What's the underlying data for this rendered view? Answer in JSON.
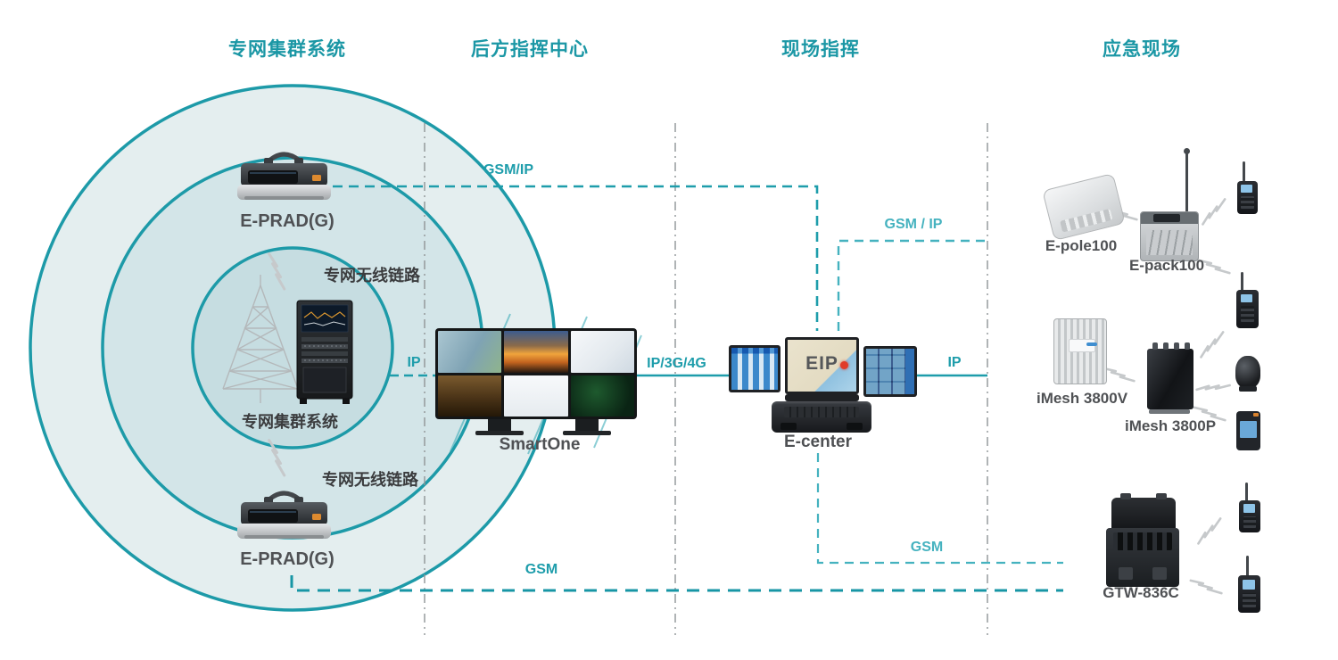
{
  "headers": [
    {
      "label": "专网集群系统"
    },
    {
      "label": "后方指挥中心"
    },
    {
      "label": "现场指挥"
    },
    {
      "label": "应急现场"
    }
  ],
  "private_network": {
    "eprad_top_label": "E-PRAD(G)",
    "wireless_link_top": "专网无线链路",
    "cluster_label": "专网集群系统",
    "wireless_link_bottom": "专网无线链路",
    "eprad_bottom_label": "E-PRAD(G)"
  },
  "command_center": {
    "smartone_label": "SmartOne"
  },
  "field_command": {
    "ecenter_label": "E-center",
    "ecenter_screen_text": "EIP"
  },
  "emergency_site": {
    "epole_label": "E-pole100",
    "epack_label": "E-pack100",
    "imesh_v_label": "iMesh 3800V",
    "imesh_p_label": "iMesh 3800P",
    "gtw_label": "GTW-836C"
  },
  "links": {
    "gsm_ip_top": "GSM/IP",
    "ip_left": "IP",
    "ip_3g4g": "IP/3G/4G",
    "gsm_ip_right": "GSM / IP",
    "ip_right": "IP",
    "gsm_ecenter": "GSM",
    "gsm_bottom": "GSM"
  },
  "colors": {
    "teal_line": "#1e9dab",
    "teal_light": "#45b2bf",
    "header_teal": "#1b97a5",
    "ring_outer": "#e4eeef",
    "ring_middle": "#d3e5e8",
    "ring_inner": "#c6dde1"
  }
}
